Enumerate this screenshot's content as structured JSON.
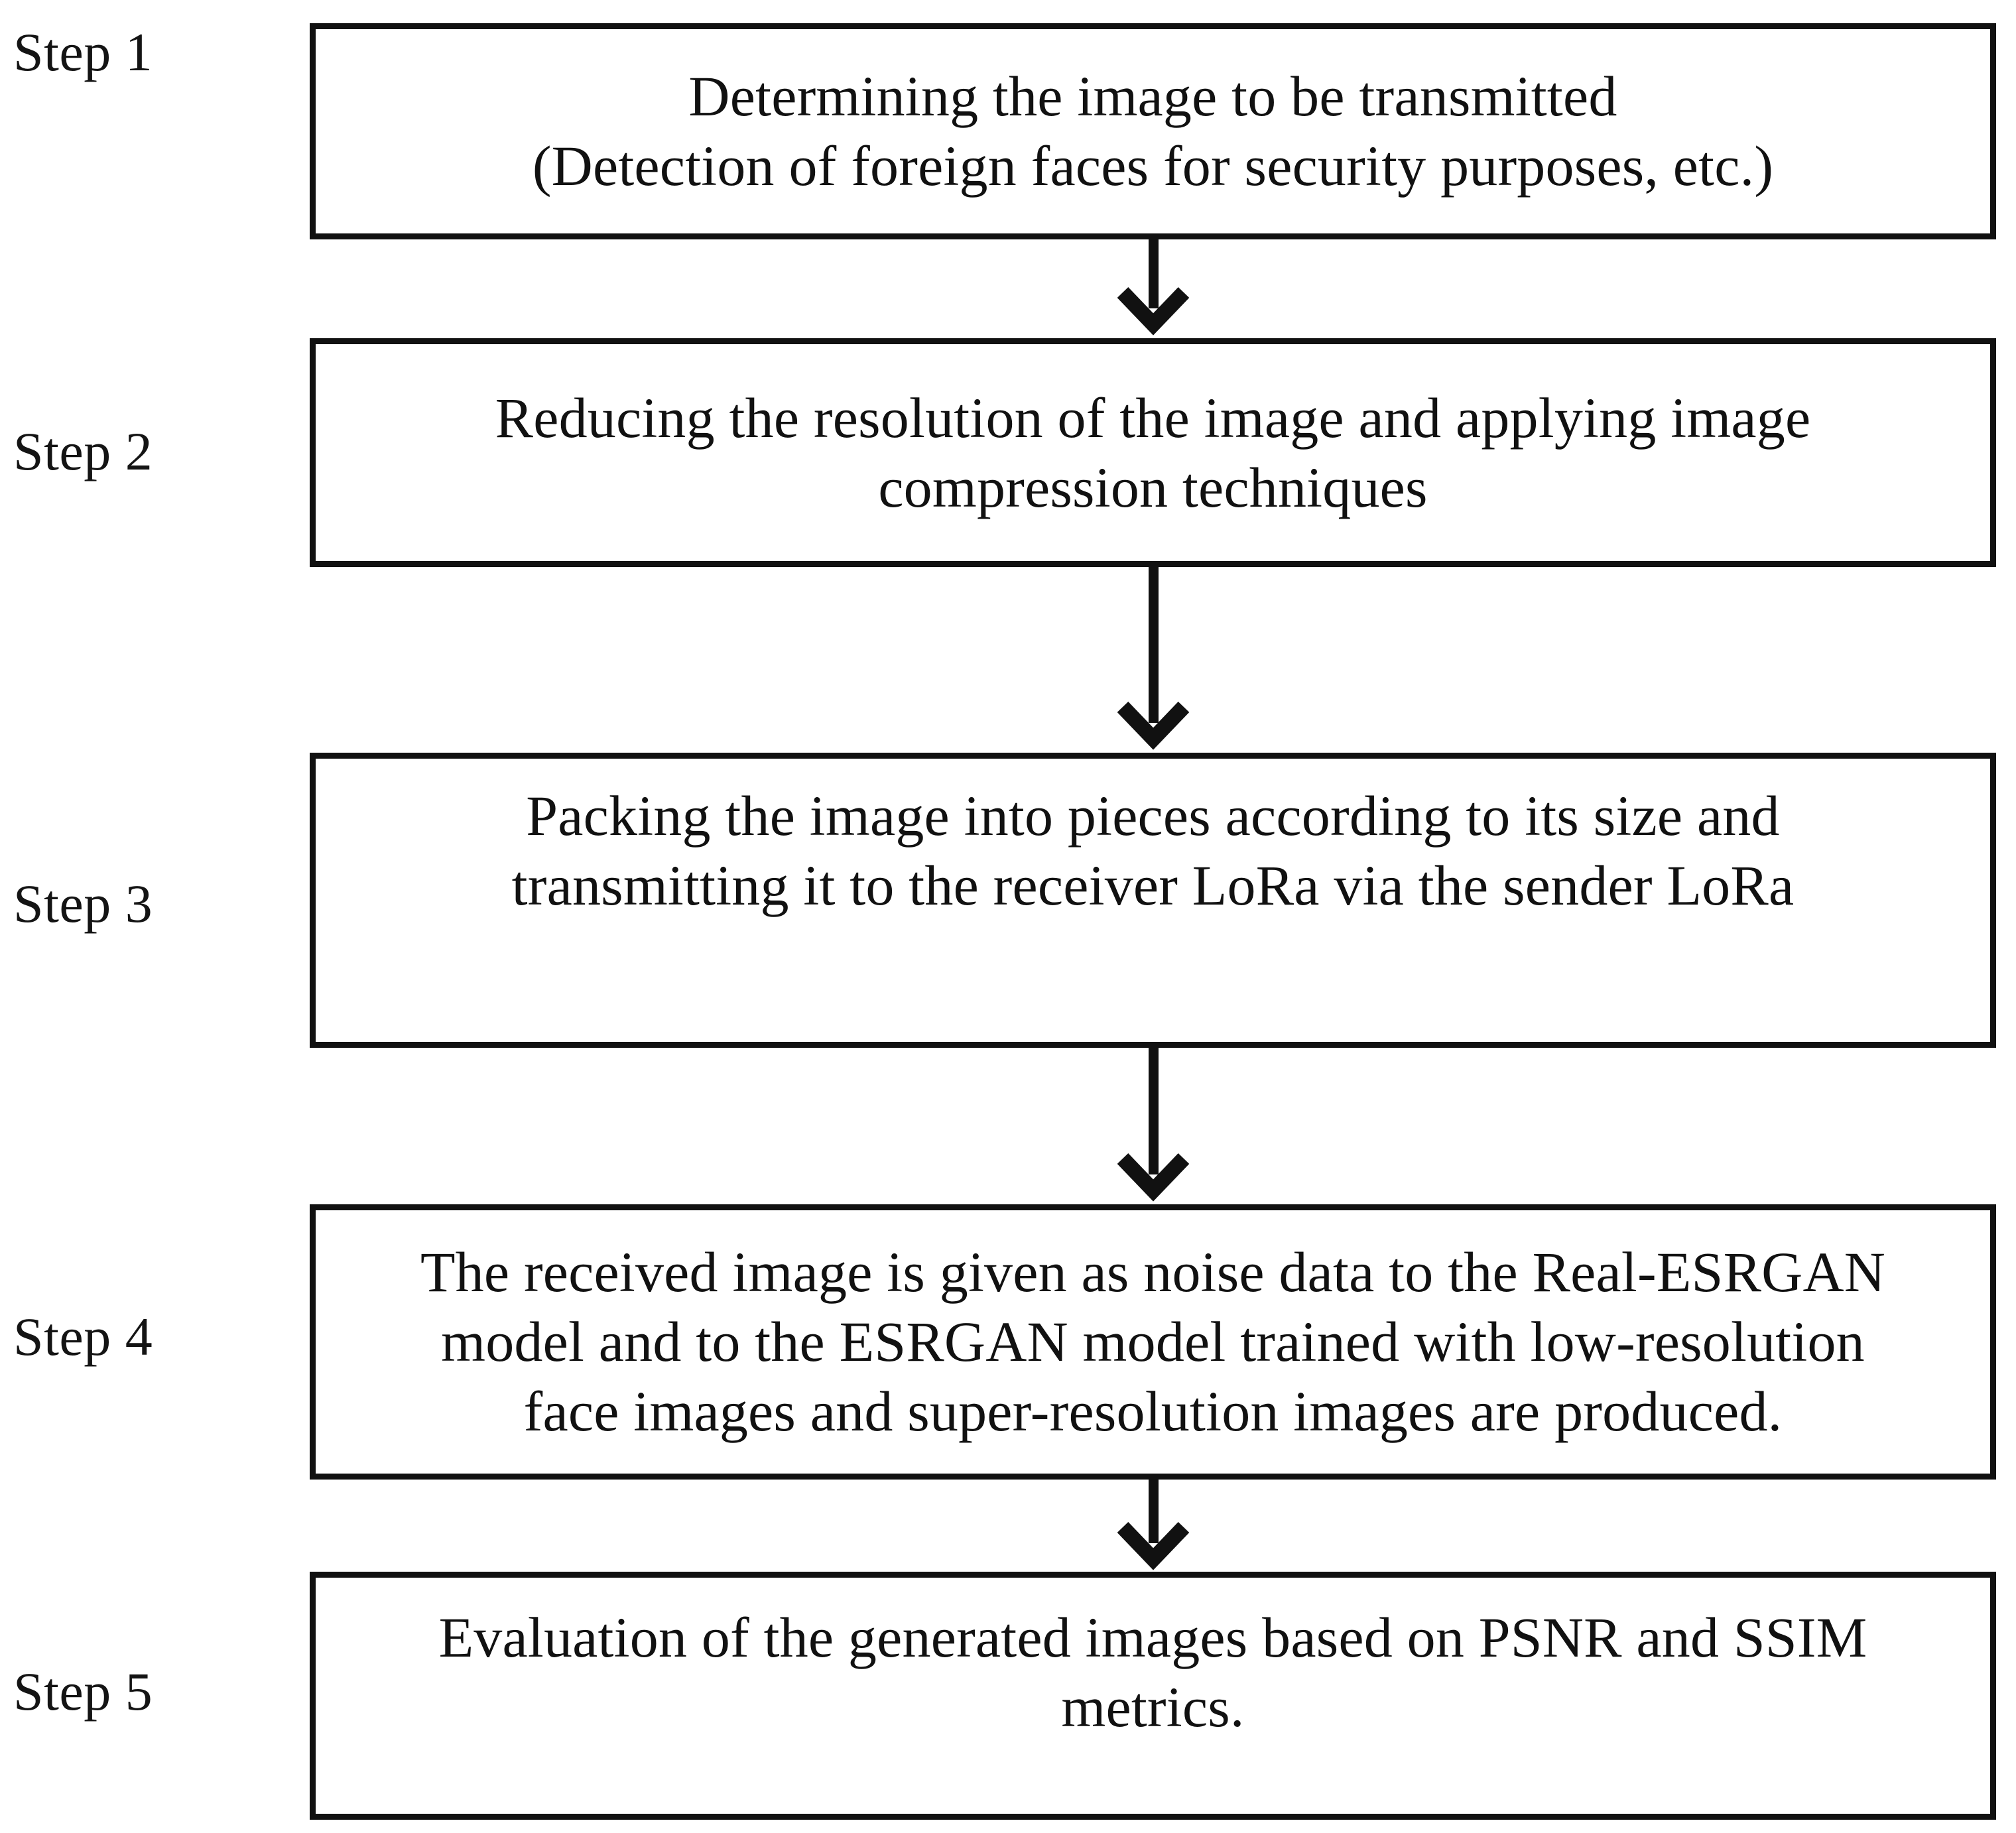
{
  "diagram": {
    "title": "Five-step image transmission and super-resolution workflow",
    "orientation": "vertical-top-to-bottom",
    "background_color": "#ffffff",
    "line_color": "#111111",
    "text_color": "#111111",
    "steps": [
      {
        "label": "Step 1",
        "text": "Determining the image to be transmitted\n(Detection of foreign faces for security purposes, etc.)"
      },
      {
        "label": "Step 2",
        "text": "Reducing the resolution of the image and applying image\ncompression techniques"
      },
      {
        "label": "Step 3",
        "text": "Packing the image into pieces according to its size and\ntransmitting it to the receiver LoRa via the sender LoRa"
      },
      {
        "label": "Step 4",
        "text": "The received image is given as noise data to the Real-ESRGAN\nmodel and to the ESRGAN model trained with low-resolution\nface images and super-resolution images are produced."
      },
      {
        "label": "Step 5",
        "text": "Evaluation of the generated images based on PSNR and SSIM\nmetrics."
      }
    ],
    "connectors": [
      {
        "from": "Step 1",
        "to": "Step 2",
        "icon": "down-arrow-icon"
      },
      {
        "from": "Step 2",
        "to": "Step 3",
        "icon": "down-arrow-icon"
      },
      {
        "from": "Step 3",
        "to": "Step 4",
        "icon": "down-arrow-icon"
      },
      {
        "from": "Step 4",
        "to": "Step 5",
        "icon": "down-arrow-icon"
      }
    ]
  }
}
